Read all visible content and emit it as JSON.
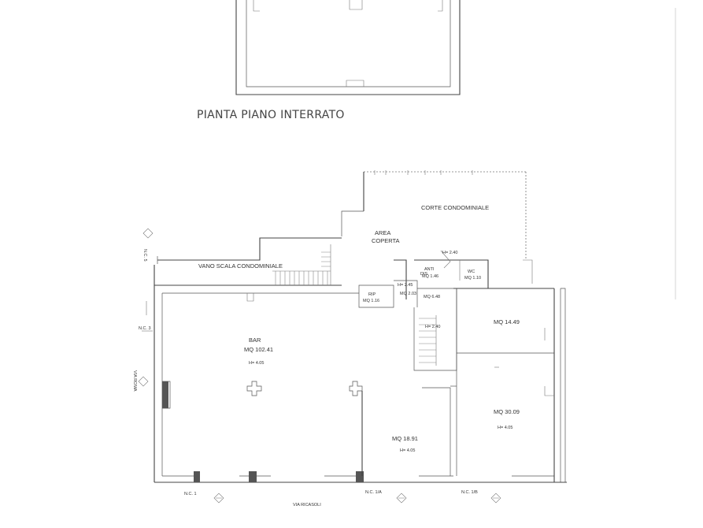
{
  "title": "PIANTA PIANO INTERRATO",
  "rooms": {
    "corte": "CORTE CONDOMINIALE",
    "area_1": "AREA",
    "area_2": "COPERTA",
    "vano_scala": "VANO SCALA CONDOMINIALE",
    "dis": "DIS",
    "h_dis": "H= 2.45",
    "h_anti": "H= 2.40",
    "anti_1": "ANTI",
    "anti_2": "MQ 1.46",
    "wc_1": "WC",
    "wc_2": "MQ 1.10",
    "rip_1": "RIP",
    "rip_2": "MQ 1.16",
    "mq203": "MQ 2.03",
    "mq648": "MQ 6.48",
    "h_stair": "H= 2.40",
    "mq1449": "MQ 14.49",
    "bar": "BAR",
    "bar_mq": "MQ 102.41",
    "bar_h": "H= 4.05",
    "mq1891": "MQ 18.91",
    "h1891": "H= 4.05",
    "mq3009": "MQ 30.09",
    "h3009": "H= 4.05"
  },
  "streets": {
    "via_roma": "VIA ROMA",
    "via_ricasoli": "VIA RICASOLI",
    "nc1": "N.C. 1",
    "nc1a": "N.C. 1/A",
    "nc1b": "N.C. 1/B",
    "nc3": "N.C. 3",
    "nc5": "N.C. 5"
  }
}
